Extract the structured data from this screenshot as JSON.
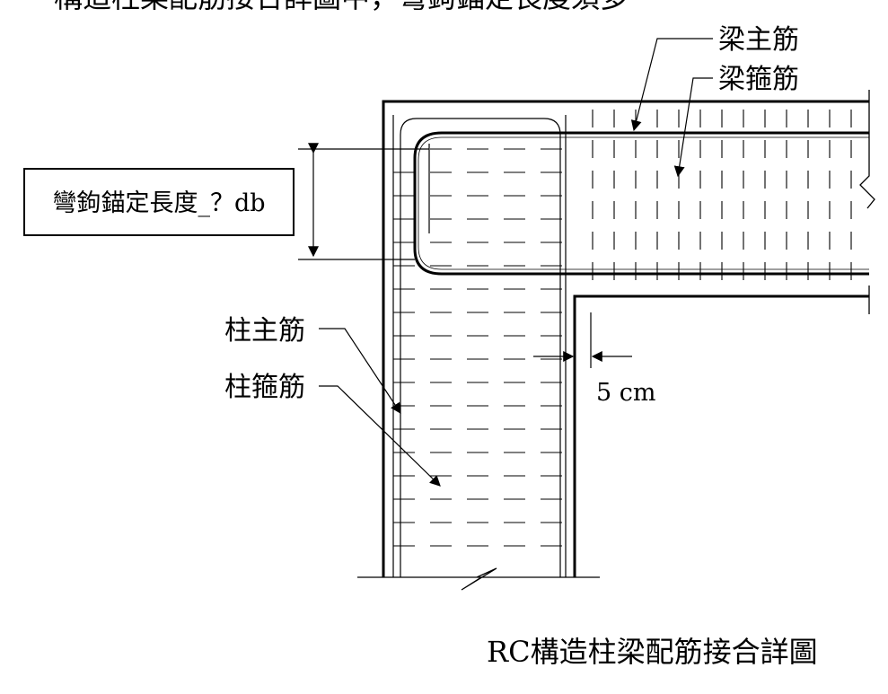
{
  "header": {
    "cut_off_text": "構造柱梁配筋接合詳圖中，彎鉤錨定長度須多"
  },
  "labels": {
    "beam_main_bar": "梁主筋",
    "beam_stirrup": "梁箍筋",
    "column_main_bar": "柱主筋",
    "column_tie": "柱箍筋",
    "hook_anchorage": "彎鉤錨定長度_？db",
    "clearance": "5 cm"
  },
  "caption": "RC構造柱梁配筋接合詳圖"
}
